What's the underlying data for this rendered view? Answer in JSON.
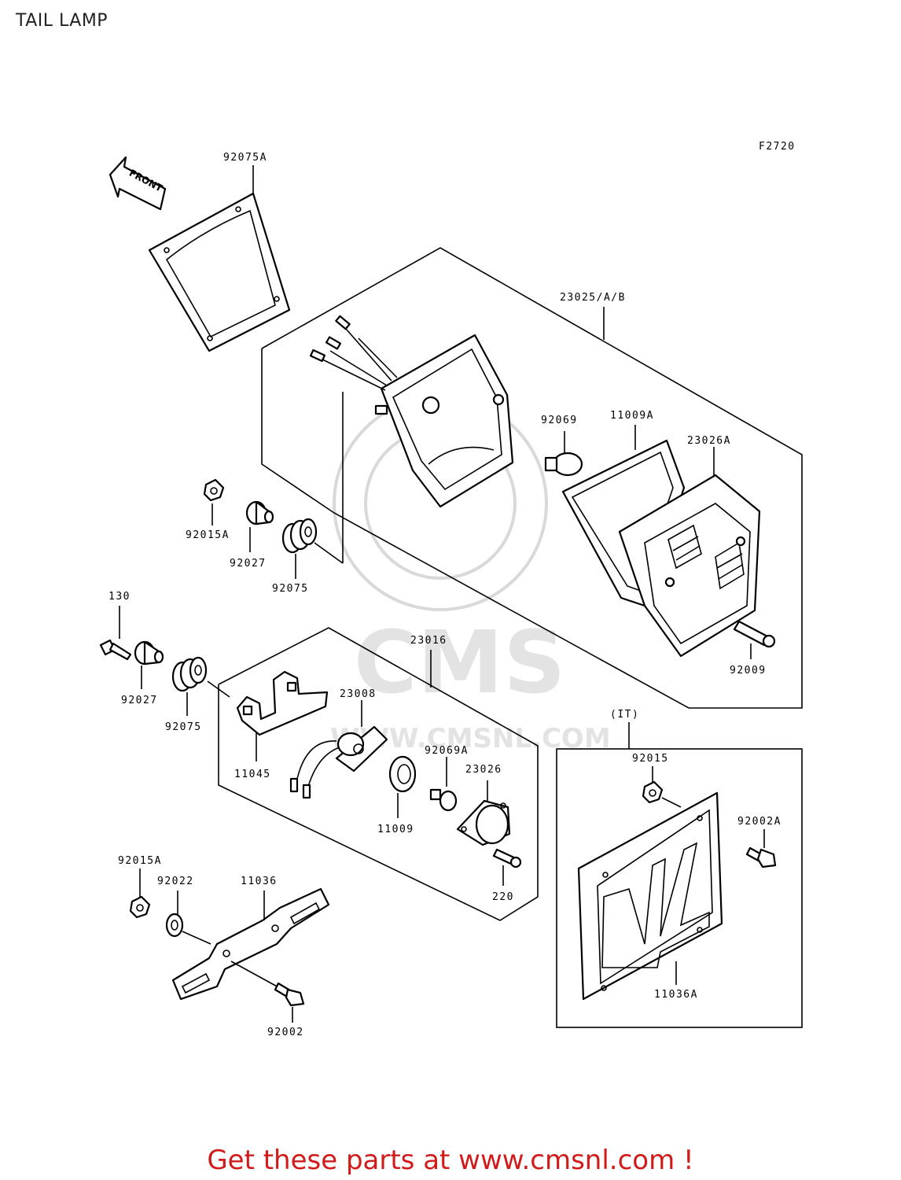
{
  "page_title": "TAIL LAMP",
  "figure_code": "F2720",
  "front_label": "FRONT",
  "watermark": {
    "brand": "CMS",
    "url": "WWW.CMSNL.COM"
  },
  "labels": {
    "p92075A": "92075A",
    "p23025": "23025/A/B",
    "p92069": "92069",
    "p11009A": "11009A",
    "p23026A": "23026A",
    "p92015A_top": "92015A",
    "p92027_top": "92027",
    "p92075_top": "92075",
    "p130": "130",
    "p92027_mid": "92027",
    "p92075_mid": "92075",
    "p23016": "23016",
    "p23008": "23008",
    "p11045": "11045",
    "p92009": "92009",
    "pIT": "(IT)",
    "p92069A": "92069A",
    "p23026": "23026",
    "p11009": "11009",
    "p92015": "92015",
    "p92002A": "92002A",
    "p220": "220",
    "p92015A_bot": "92015A",
    "p92022": "92022",
    "p11036": "11036",
    "p11036A": "11036A",
    "p92002": "92002"
  },
  "footer": "Get these parts at www.cmsnl.com !"
}
